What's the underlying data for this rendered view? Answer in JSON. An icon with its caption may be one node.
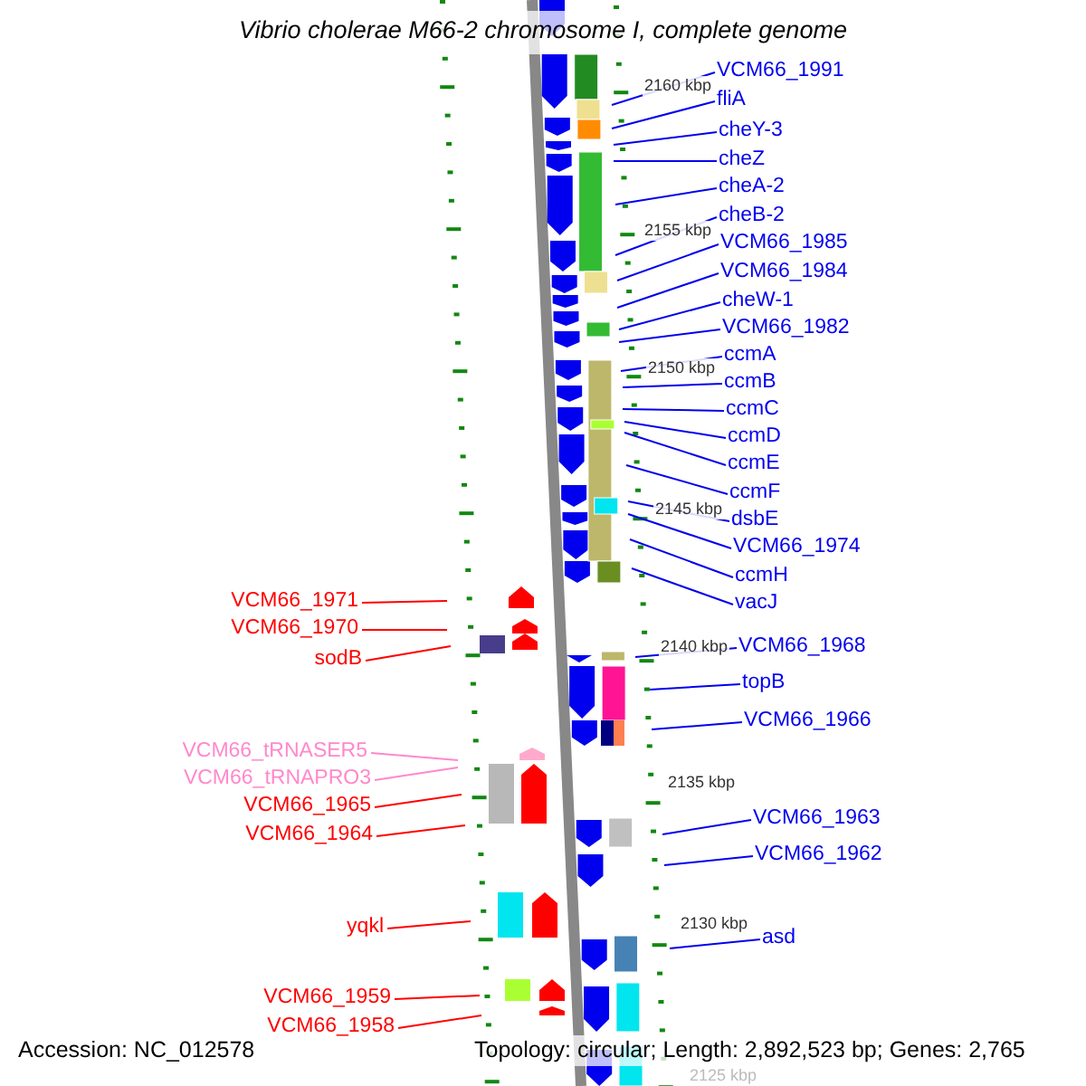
{
  "diagram": {
    "title": "Vibrio cholerae M66-2 chromosome I, complete genome",
    "nodes": [
      {
        "text": [
          "VCM66_1991"
        ]
      },
      {
        "text": [
          "fliA"
        ]
      },
      {
        "text": [
          "cheY-3"
        ]
      },
      {
        "text": [
          "cheZ"
        ]
      },
      {
        "text": [
          "cheA-2"
        ]
      },
      {
        "text": [
          "cheB-2"
        ]
      },
      {
        "text": [
          "VCM66_1985"
        ]
      },
      {
        "text": [
          "VCM66_1984"
        ]
      },
      {
        "text": [
          "cheW-1"
        ]
      },
      {
        "text": [
          "VCM66_1982"
        ]
      },
      {
        "text": [
          "ccmA"
        ]
      },
      {
        "text": [
          "ccmB"
        ]
      },
      {
        "text": [
          "ccmC"
        ]
      },
      {
        "text": [
          "ccmD"
        ]
      },
      {
        "text": [
          "ccmE"
        ]
      },
      {
        "text": [
          "ccmF"
        ]
      },
      {
        "text": [
          "dsbE"
        ]
      },
      {
        "text": [
          "VCM66_1974"
        ]
      },
      {
        "text": [
          "ccmH"
        ]
      },
      {
        "text": [
          "vacJ"
        ]
      },
      {
        "text": [
          "VCM66_1968"
        ]
      },
      {
        "text": [
          "topB"
        ]
      },
      {
        "text": [
          "VCM66_1966"
        ]
      },
      {
        "text": [
          "VCM66_1963"
        ]
      },
      {
        "text": [
          "VCM66_1962"
        ]
      },
      {
        "text": [
          "asd"
        ]
      },
      {
        "text": [
          "VCM66_1971"
        ]
      },
      {
        "text": [
          "VCM66_1970"
        ]
      },
      {
        "text": [
          "sodB"
        ]
      },
      {
        "text": [
          "VCM66_tRNASER5"
        ]
      },
      {
        "text": [
          "VCM66_tRNAPRO3"
        ]
      },
      {
        "text": [
          "VCM66_1965"
        ]
      },
      {
        "text": [
          "VCM66_1964"
        ]
      },
      {
        "text": [
          "yqkl"
        ]
      },
      {
        "text": [
          "VCM66_1959"
        ]
      },
      {
        "text": [
          "VCM66_1958"
        ]
      }
    ],
    "edges": [
      {
        "from": 0,
        "to": null,
        "arrow": "none"
      },
      {
        "from": 1,
        "to": null,
        "arrow": "none"
      },
      {
        "from": 2,
        "to": null,
        "arrow": "none"
      },
      {
        "from": 3,
        "to": null,
        "arrow": "none"
      },
      {
        "from": 4,
        "to": null,
        "arrow": "none"
      },
      {
        "from": 5,
        "to": null,
        "arrow": "none"
      },
      {
        "from": 6,
        "to": null,
        "arrow": "none"
      },
      {
        "from": 7,
        "to": null,
        "arrow": "none"
      },
      {
        "from": 8,
        "to": null,
        "arrow": "none"
      },
      {
        "from": 9,
        "to": null,
        "arrow": "none"
      },
      {
        "from": 10,
        "to": null,
        "arrow": "none"
      },
      {
        "from": 11,
        "to": null,
        "arrow": "none"
      },
      {
        "from": 12,
        "to": null,
        "arrow": "none"
      },
      {
        "from": 13,
        "to": null,
        "arrow": "none"
      },
      {
        "from": 14,
        "to": null,
        "arrow": "none"
      },
      {
        "from": 15,
        "to": null,
        "arrow": "none"
      },
      {
        "from": 16,
        "to": null,
        "arrow": "none"
      },
      {
        "from": 17,
        "to": null,
        "arrow": "none"
      },
      {
        "from": 18,
        "to": null,
        "arrow": "none"
      },
      {
        "from": 19,
        "to": null,
        "arrow": "none"
      },
      {
        "from": 20,
        "to": null,
        "arrow": "none"
      },
      {
        "from": 21,
        "to": null,
        "arrow": "none"
      },
      {
        "from": 22,
        "to": null,
        "arrow": "none"
      },
      {
        "from": 23,
        "to": null,
        "arrow": "none"
      },
      {
        "from": 24,
        "to": null,
        "arrow": "none"
      },
      {
        "from": 25,
        "to": null,
        "arrow": "none"
      },
      {
        "from": 26,
        "to": null,
        "arrow": "none",
        "color": "#ff0000"
      },
      {
        "from": 27,
        "to": null,
        "arrow": "none",
        "color": "#ff0000"
      },
      {
        "from": 28,
        "to": null,
        "arrow": "none",
        "color": "#ff0000"
      },
      {
        "from": 29,
        "to": null,
        "arrow": "none",
        "color": "#ff88cc"
      },
      {
        "from": 30,
        "to": null,
        "arrow": "none",
        "color": "#ff88cc"
      },
      {
        "from": 31,
        "to": null,
        "arrow": "none",
        "color": "#ff0000"
      },
      {
        "from": 32,
        "to": null,
        "arrow": "none",
        "color": "#ff0000"
      },
      {
        "from": 33,
        "to": null,
        "arrow": "none",
        "color": "#ff0000"
      },
      {
        "from": 34,
        "to": null,
        "arrow": "none",
        "color": "#ff0000"
      },
      {
        "from": 35,
        "to": null,
        "arrow": "none",
        "color": "#ff0000"
      }
    ],
    "labels": [
      "2160 kbp",
      "2155 kbp",
      "2150 kbp",
      "2145 kbp",
      "2140 kbp",
      "2135 kbp",
      "2130 kbp",
      "2125 kbp",
      "Accession: NC_012578",
      "Topology: circular; Length: 2,892,523 bp; Genes: 2,765"
    ]
  }
}
